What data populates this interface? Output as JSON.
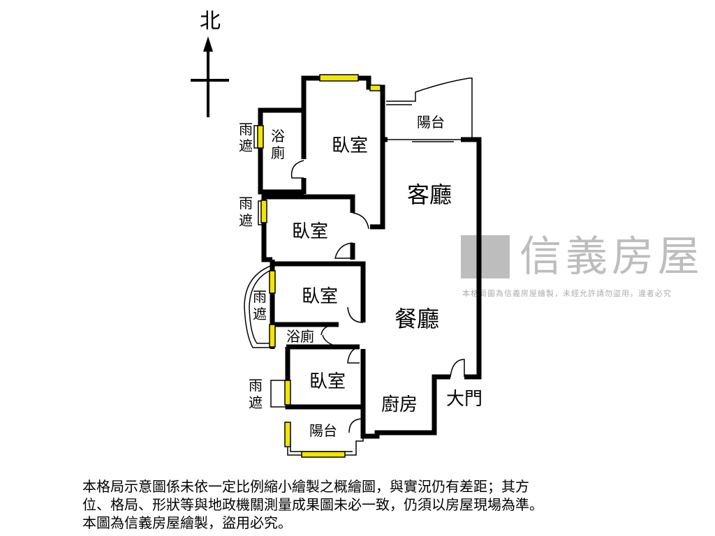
{
  "north_label": "北",
  "rooms": {
    "bedroom_top": "臥室",
    "bath_top_1": "浴",
    "bath_top_2": "廁",
    "balcony_top": "陽台",
    "living_room": "客廳",
    "bedroom_2": "臥室",
    "bedroom_3": "臥室",
    "dining_room": "餐廳",
    "bath_2": "浴廁",
    "bedroom_4": "臥室",
    "kitchen": "廚房",
    "main_door": "大門",
    "balcony_bottom": "陽台"
  },
  "awnings": [
    {
      "c1": "雨",
      "c2": "遮"
    },
    {
      "c1": "雨",
      "c2": "遮"
    },
    {
      "c1": "雨",
      "c2": "遮"
    },
    {
      "c1": "雨",
      "c2": "遮"
    }
  ],
  "watermark": {
    "brand": "信義房屋",
    "notice": "本格局圖為信義房屋繪製，未經允許請勿盜用，違者必究"
  },
  "caption": {
    "line1": "本格局示意圖係未依一定比例縮小繪製之概繪圖，與實況仍有差距；其方",
    "line2": "位、格局、形狀等與地政機關測量成果圖未必一致，仍須以房屋現場為準。",
    "line3": "本圖為信義房屋繪製，盜用必究。"
  },
  "colors": {
    "wall": "#000000",
    "window": "#f2e600"
  }
}
